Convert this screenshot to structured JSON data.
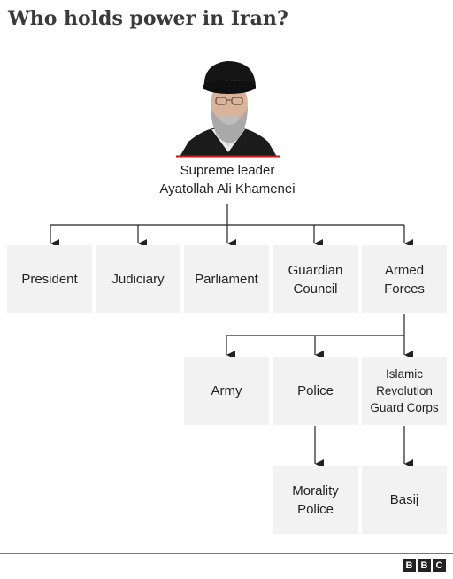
{
  "title": "Who holds power in Iran?",
  "leader": {
    "role": "Supreme leader",
    "name": "Ayatollah Ali Khamenei"
  },
  "level1": [
    {
      "id": "president",
      "label": "President"
    },
    {
      "id": "judiciary",
      "label": "Judiciary"
    },
    {
      "id": "parliament",
      "label": "Parliament"
    },
    {
      "id": "guardian-council",
      "label": "Guardian\nCouncil"
    },
    {
      "id": "armed-forces",
      "label": "Armed\nForces"
    }
  ],
  "level2": [
    {
      "id": "army",
      "label": "Army"
    },
    {
      "id": "police",
      "label": "Police"
    },
    {
      "id": "irgc",
      "label": "Islamic\nRevolution\nGuard Corps"
    }
  ],
  "level3": [
    {
      "id": "morality-police",
      "label": "Morality\nPolice"
    },
    {
      "id": "basij",
      "label": "Basij"
    }
  ],
  "footer": {
    "logo": [
      "B",
      "B",
      "C"
    ]
  },
  "colors": {
    "box": "#f2f2f2",
    "line": "#222222",
    "accent": "#c4161c"
  }
}
